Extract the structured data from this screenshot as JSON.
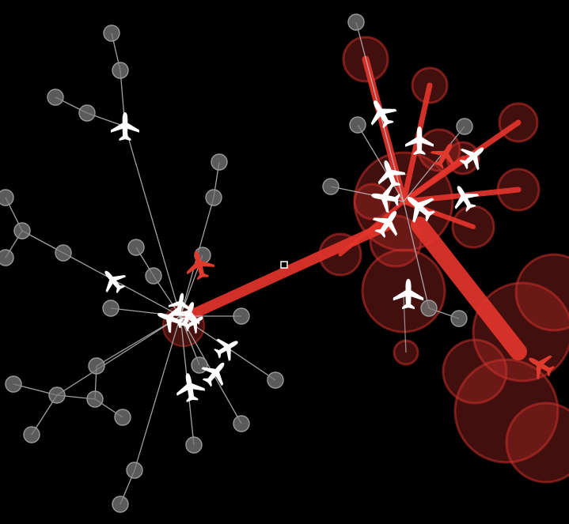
{
  "view": {
    "background": "#000000",
    "colors": {
      "grey_node": "#7a7a7a",
      "grey_edge": "#bdbdbd",
      "white_plane": "#ffffff",
      "red_plane": "#e03a2f",
      "red_node": "#c8302a",
      "red_edge": "#e3342b",
      "handle": "#ffffff"
    }
  },
  "network": {
    "hubs": [
      "left-hub",
      "right-hub"
    ],
    "icon": "airplane-icon",
    "node_icon": "circle-node",
    "red_nodes": 26,
    "grey_nodes": 42,
    "white_planes": 20,
    "red_planes": 4
  }
}
